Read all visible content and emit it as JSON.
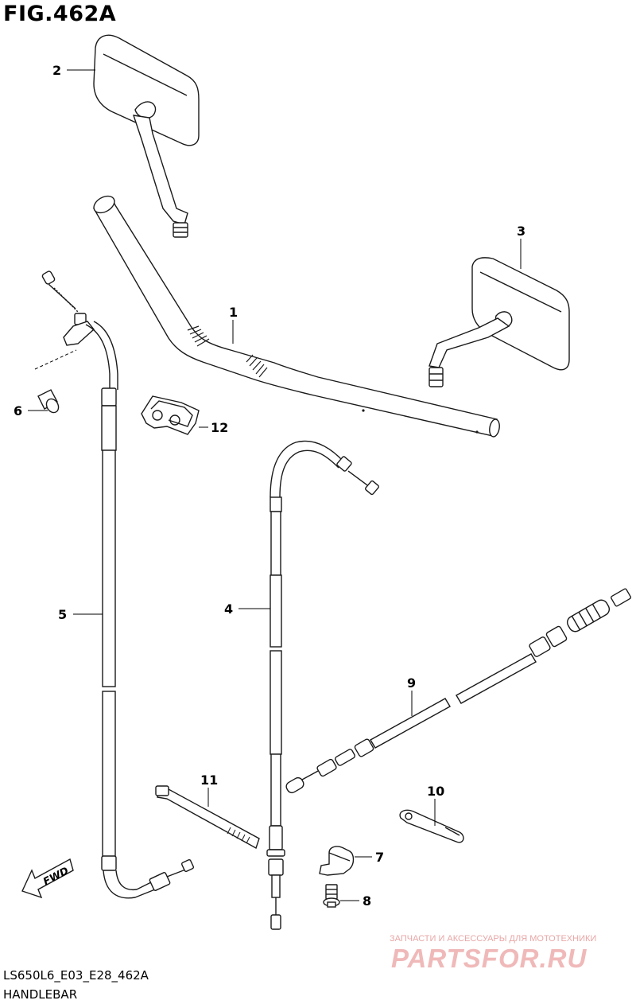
{
  "figure": {
    "title": "FIG.462A",
    "code": "LS650L6_E03_E28_462A",
    "name": "HANDLEBAR",
    "fwd_label": "FWD"
  },
  "callouts": [
    {
      "id": "c1",
      "number": "1"
    },
    {
      "id": "c2",
      "number": "2"
    },
    {
      "id": "c3",
      "number": "3"
    },
    {
      "id": "c4",
      "number": "4"
    },
    {
      "id": "c5",
      "number": "5"
    },
    {
      "id": "c6",
      "number": "6"
    },
    {
      "id": "c7",
      "number": "7"
    },
    {
      "id": "c8",
      "number": "8"
    },
    {
      "id": "c9",
      "number": "9"
    },
    {
      "id": "c10",
      "number": "10"
    },
    {
      "id": "c11",
      "number": "11"
    },
    {
      "id": "c12",
      "number": "12"
    }
  ],
  "watermark": {
    "tagline": "ЗАПЧАСТИ И АКСЕССУАРЫ ДЛЯ МОТОТЕХНИКИ",
    "logo": "PARTSFOR.RU"
  }
}
